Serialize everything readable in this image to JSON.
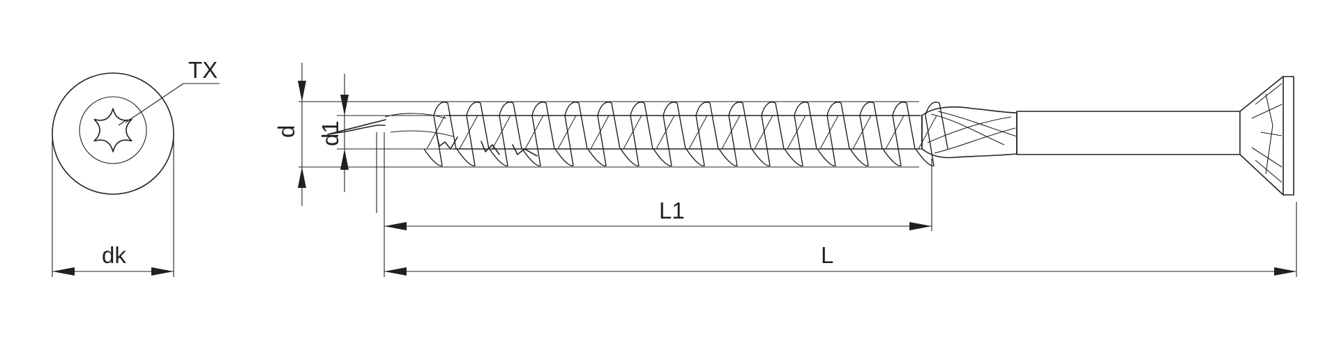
{
  "labels": {
    "tx": "TX",
    "dk": "dk",
    "d": "d",
    "d1": "d1",
    "l1": "L1",
    "l": "L"
  },
  "colors": {
    "line": "#231f20",
    "background": "#ffffff"
  }
}
